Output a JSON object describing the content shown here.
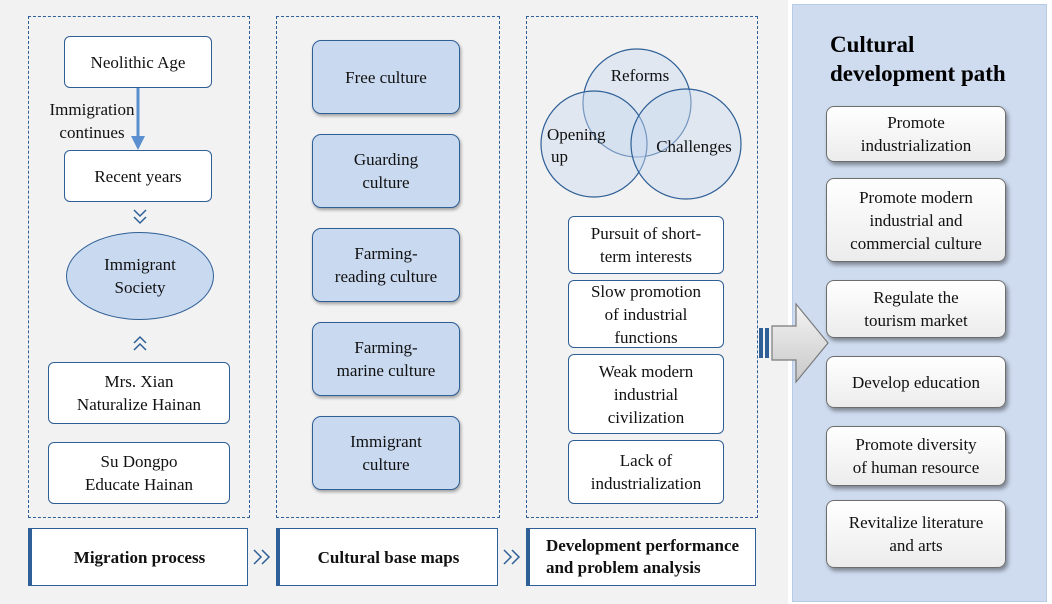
{
  "migration": {
    "neolithic": "Neolithic Age",
    "immigration_note": [
      "Immigration",
      "continues"
    ],
    "recent_years": "Recent years",
    "immigrant_society": [
      "Immigrant",
      "Society"
    ],
    "mrs_xian": [
      "Mrs. Xian",
      "Naturalize Hainan"
    ],
    "su_dongpo": [
      "Su Dongpo",
      "Educate Hainan"
    ]
  },
  "cultural_base": {
    "items": [
      [
        "Free culture"
      ],
      [
        "Guarding",
        "culture"
      ],
      [
        "Farming-",
        "reading culture"
      ],
      [
        "Farming-",
        "marine culture"
      ],
      [
        "Immigrant",
        "culture"
      ]
    ]
  },
  "development": {
    "venn": {
      "reforms": "Reforms",
      "opening_up": [
        "Opening",
        "up"
      ],
      "challenges": "Challenges"
    },
    "problems": [
      [
        "Pursuit of short-",
        "term interests"
      ],
      [
        "Slow promotion",
        "of industrial",
        "functions"
      ],
      [
        "Weak modern",
        "industrial",
        "civilization"
      ],
      [
        "Lack of",
        "industrialization"
      ]
    ]
  },
  "footer": {
    "migration_process": "Migration process",
    "cultural_base_maps": "Cultural base maps",
    "development_analysis": [
      "Development performance",
      "and problem analysis"
    ]
  },
  "path": {
    "title": [
      "Cultural",
      "development path"
    ],
    "items": [
      [
        "Promote",
        "industrialization"
      ],
      [
        "Promote modern",
        "industrial and",
        "commercial culture"
      ],
      [
        "Regulate the",
        "tourism market"
      ],
      [
        "Develop education"
      ],
      [
        "Promote diversity",
        "of human resource"
      ],
      [
        "Revitalize literature",
        "and arts"
      ]
    ]
  },
  "colors": {
    "border_blue": "#2e5f96",
    "fill_blue": "#c9d9f0",
    "panel_blue": "#cfdcf0",
    "arrow_blue": "#5b8fd0"
  }
}
